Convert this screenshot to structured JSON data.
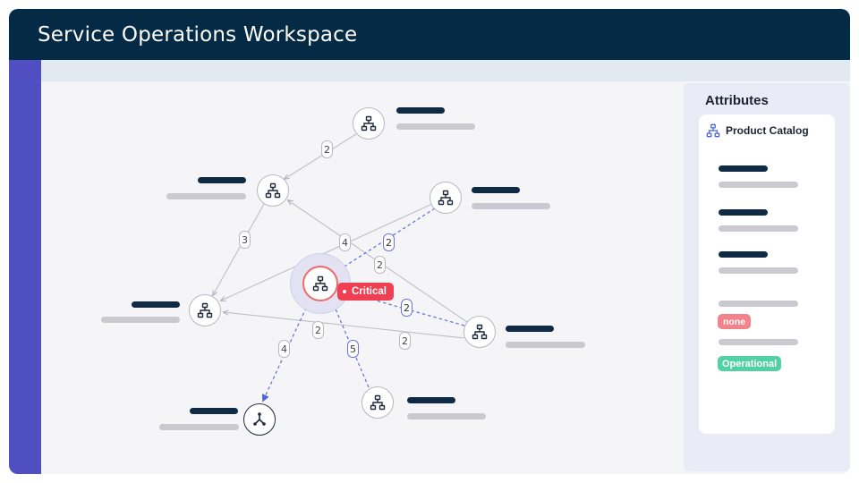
{
  "app": {
    "title": "Service Operations Workspace"
  },
  "graph": {
    "nodes": [
      {
        "id": "n-top",
        "icon": "hierarchy-icon"
      },
      {
        "id": "n-upper-left",
        "icon": "hierarchy-icon"
      },
      {
        "id": "n-upper-right",
        "icon": "hierarchy-icon"
      },
      {
        "id": "n-center",
        "icon": "hierarchy-icon",
        "status": "critical"
      },
      {
        "id": "n-left",
        "icon": "hierarchy-icon"
      },
      {
        "id": "n-right",
        "icon": "hierarchy-icon"
      },
      {
        "id": "n-bottom",
        "icon": "hierarchy-icon"
      },
      {
        "id": "n-bottom-left",
        "icon": "merge-icon"
      }
    ],
    "edge_labels": [
      "2",
      "3",
      "4",
      "2",
      "2",
      "2",
      "2",
      "2",
      "4",
      "5"
    ],
    "critical_label": "Critical",
    "colors": {
      "critical": "#f03e52",
      "dependency_dashed": "#5b6ee0",
      "edge": "#b9b9c2"
    }
  },
  "attributes": {
    "title": "Attributes",
    "item_title": "Product Catalog",
    "item_icon": "hierarchy-icon",
    "tag_none": "none",
    "tag_operational": "Operational",
    "colors": {
      "none": "#f3838b",
      "operational": "#52d1a4"
    }
  }
}
